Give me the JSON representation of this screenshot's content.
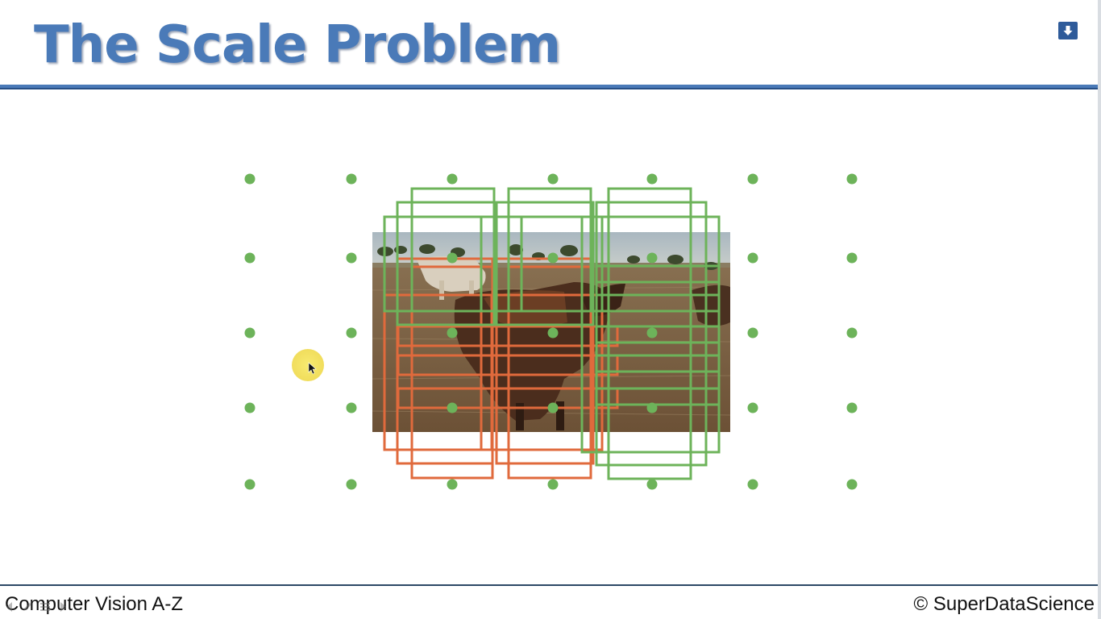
{
  "slide": {
    "title": "The Scale Problem",
    "download_icon": "download-arrow-icon"
  },
  "figure": {
    "image": "horse-field-photo",
    "dot_color": "#6db35a",
    "green_box_color": "#6db35a",
    "red_box_color": "#e06a3c",
    "dot_grid": {
      "columns": 7,
      "rows": 5
    }
  },
  "footer": {
    "course": "Computer Vision A-Z",
    "copyright": "© SuperDataScience"
  },
  "player_controls": [
    "prev-icon",
    "pen-icon",
    "menu-icon",
    "next-icon"
  ],
  "colors": {
    "title": "#4a7ab8",
    "rule": "#4a7ab8",
    "cursor_highlight": "#f4e35a"
  }
}
